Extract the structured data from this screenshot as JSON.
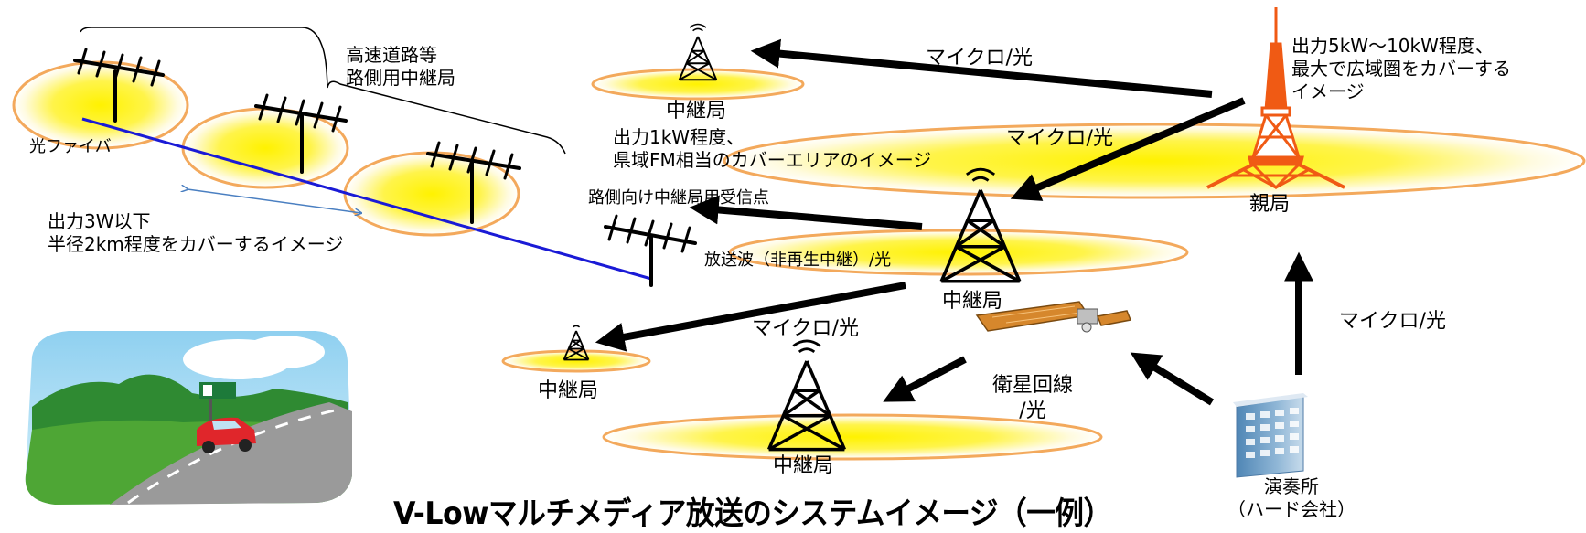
{
  "title": "V-Lowマルチメディア放送のシステムイメージ（一例）",
  "labels": {
    "highway_relay": "高速道路等\n路側用中継局",
    "optical_fiber": "光ファイバ",
    "low_power_note": "出力3W以下\n半径2km程度をカバーするイメージ",
    "top_relay": "中継局",
    "mid_power_note": "出力1kW程度、\n県域FM相当のカバーエリアのイメージ",
    "micro_optical_top": "マイクロ/光",
    "micro_optical_mid": "マイクロ/光",
    "micro_optical_right": "マイクロ/光",
    "micro_optical_lower": "マイクロ/光",
    "parent_note": "出力5kW～10kW程度、\n最大で広域圏をカバーする\nイメージ",
    "parent_station": "親局",
    "roadside_receiver": "路側向け中継局用受信点",
    "broadcast_wave": "放送波（非再生中継）/光",
    "center_relay": "中継局",
    "small_relay": "中継局",
    "bottom_relay": "中継局",
    "satellite": "衛星回線\n/光",
    "studio": "演奏所\n（ハード会社）"
  },
  "colors": {
    "coverage_fill": "#fff200",
    "coverage_edge": "#f5b76b",
    "fiber_line": "#1a1ad6",
    "arrow": "#000000",
    "tower_orange": "#f05a14"
  }
}
